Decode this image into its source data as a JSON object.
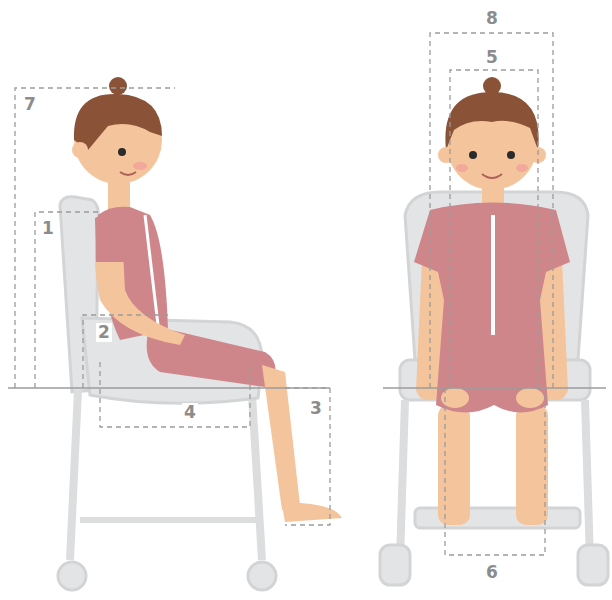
{
  "diagram": {
    "labels": [
      "7",
      "1",
      "2",
      "4",
      "3",
      "8",
      "5",
      "6"
    ]
  }
}
